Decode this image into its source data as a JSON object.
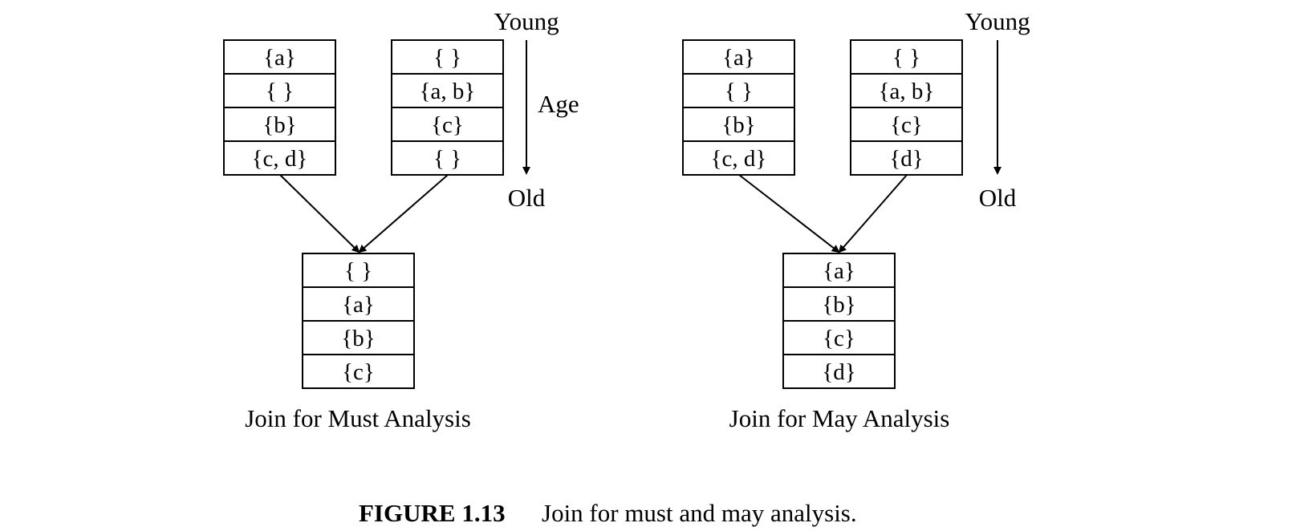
{
  "panels": {
    "must": {
      "input_left": [
        "{a}",
        "{ }",
        "{b}",
        "{c, d}"
      ],
      "input_right": [
        "{ }",
        "{a, b}",
        "{c}",
        "{ }"
      ],
      "output": [
        "{ }",
        "{a}",
        "{b}",
        "{c}"
      ],
      "caption": "Join for Must Analysis"
    },
    "may": {
      "input_left": [
        "{a}",
        "{ }",
        "{b}",
        "{c, d}"
      ],
      "input_right": [
        "{ }",
        "{a, b}",
        "{c}",
        "{d}"
      ],
      "output": [
        "{a}",
        "{b}",
        "{c}",
        "{d}"
      ],
      "caption": "Join for May Analysis"
    }
  },
  "axis": {
    "top_label": "Young",
    "middle_label": "Age",
    "bottom_label": "Old"
  },
  "figure": {
    "label": "FIGURE 1.13",
    "caption": "Join for must and may analysis."
  }
}
